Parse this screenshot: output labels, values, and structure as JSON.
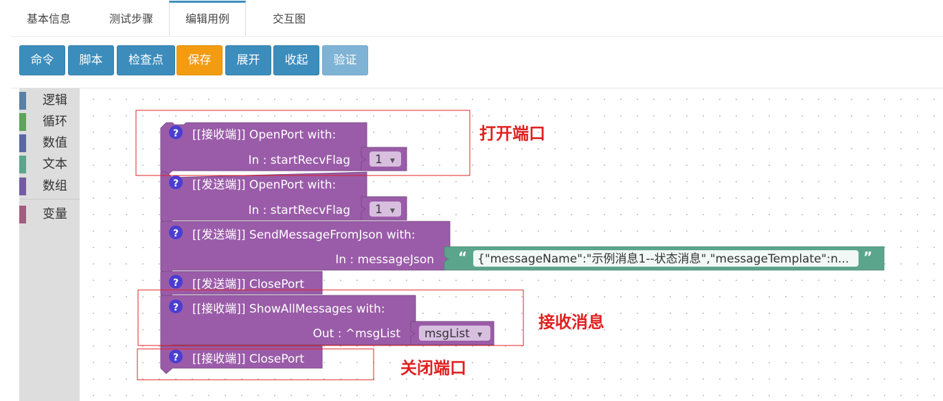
{
  "tabs": [
    {
      "label": "基本信息",
      "active": false
    },
    {
      "label": "测试步骤",
      "active": false
    },
    {
      "label": "编辑用例",
      "active": true
    },
    {
      "label": "交互图",
      "active": false
    }
  ],
  "toolbar": {
    "command": "命令",
    "script": "脚本",
    "checkpoint": "检查点",
    "save": "保存",
    "expand": "展开",
    "collapse": "收起",
    "verify": "验证"
  },
  "toolbox": {
    "categories": [
      {
        "label": "逻辑",
        "color": "#5b80a5"
      },
      {
        "label": "循环",
        "color": "#5ba55b"
      },
      {
        "label": "数值",
        "color": "#5b67a5"
      },
      {
        "label": "文本",
        "color": "#5ba58c"
      },
      {
        "label": "数组",
        "color": "#745ba5"
      },
      {
        "label": "变量",
        "color": "#a55b80"
      }
    ]
  },
  "blocks": [
    {
      "title": "[[接收端]]  OpenPort  with:",
      "input_label": "In : startRecvFlag",
      "dropdown": "1"
    },
    {
      "title": "[[发送端]]  OpenPort  with:",
      "input_label": "In : startRecvFlag",
      "dropdown": "1"
    },
    {
      "title": "[[发送端]]  SendMessageFromJson  with:",
      "input_label": "In : messageJson",
      "text_value": "{\"messageName\":\"示例消息1--状态消息\",\"messageTemplate\":n..."
    },
    {
      "title": "[[发送端]]  ClosePort"
    },
    {
      "title": "[[接收端]]  ShowAllMessages  with:",
      "input_label": "Out : ^msgList",
      "dropdown": "msgList"
    },
    {
      "title": "[[接收端]]  ClosePort"
    }
  ],
  "help_icon": "?",
  "annotations": {
    "open_port": "打开端口",
    "receive_msg": "接收消息",
    "close_port": "关闭端口"
  },
  "colors": {
    "procedure_block": "#9a5ca8",
    "text_block": "#5ba58c",
    "accent": "#3c8dbc",
    "save": "#f39c12",
    "annotation": "#e02020"
  }
}
